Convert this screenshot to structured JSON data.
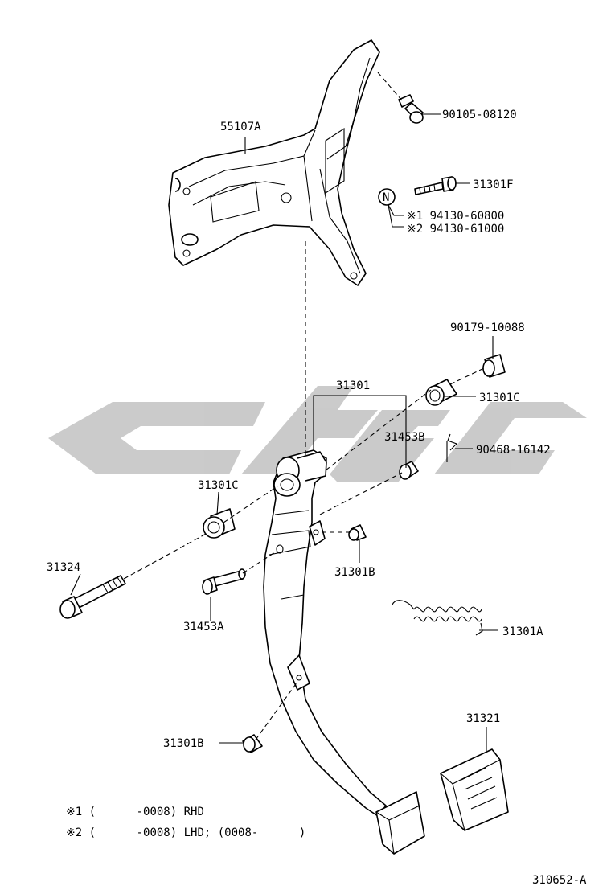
{
  "diagram": {
    "part_labels": {
      "bracket": "55107A",
      "bracket_bolt": "90105-08120",
      "stopper_bolt": "31301F",
      "nut_marker": "N",
      "nut_variant_1": "※1 94130-60800",
      "nut_variant_2": "※2 94130-61000",
      "collar_nut": "90179-10088",
      "pedal_sub_assy": "31301",
      "bushing_right": "31301C",
      "bushing_inner": "31453B",
      "clip": "90468-16142",
      "bushing_left": "31301C",
      "pivot_bolt": "31324",
      "cushion_upper": "31301B",
      "pin": "31453A",
      "return_spring": "31301A",
      "pedal_pad": "31321",
      "cushion_lower": "31301B"
    },
    "notes": {
      "note_1": "※1 (      -0008) RHD",
      "note_2": "※2 (      -0008) LHD; (0008-      )"
    },
    "figure_code": "310652-A"
  }
}
